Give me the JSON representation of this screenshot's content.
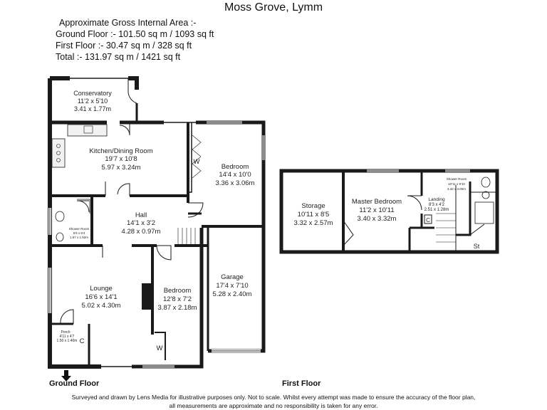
{
  "title": "Moss Grove, Lymm",
  "areas": {
    "heading": "Approximate Gross Internal Area :-",
    "ground": "Ground Floor :- 101.50 sq m / 1093 sq ft",
    "first": "First Floor :- 30.47 sq m / 328 sq ft",
    "total": "Total :- 131.97 sq m / 1421 sq ft"
  },
  "floors": {
    "ground": "Ground Floor",
    "first": "First Floor"
  },
  "rooms": {
    "conservatory": [
      "Conservatory",
      "11'2 x 5'10",
      "3.41 x 1.77m"
    ],
    "kitchen": [
      "Kitchen/Dining Room",
      "19'7 x 10'8",
      "5.97 x 3.24m"
    ],
    "bedroom1": [
      "Bedroom",
      "14'4 x 10'0",
      "3.36 x 3.06m"
    ],
    "hall": [
      "Hall",
      "14'1 x 3'2",
      "4.28 x 0.97m"
    ],
    "shower_gf": [
      "Shower Room",
      "5'6 x 6'4",
      "1.57 x 1.92m"
    ],
    "lounge": [
      "Lounge",
      "16'6 x 14'1",
      "5.02 x 4.30m"
    ],
    "bedroom2": [
      "Bedroom",
      "12'8 x 7'2",
      "3.87 x 2.18m"
    ],
    "garage": [
      "Garage",
      "17'4 x 7'10",
      "5.28 x 2.40m"
    ],
    "porch": [
      "Porch",
      "4'11 x 4'7",
      "1.50 x 1.40m"
    ],
    "storage": [
      "Storage",
      "10'11 x 8'5",
      "3.32 x 2.57m"
    ],
    "master": [
      "Master Bedroom",
      "11'2 x 10'11",
      "3.40 x 3.32m"
    ],
    "landing": [
      "Landing",
      "8'3 x 4'2",
      "2.51 x 1.28m"
    ],
    "shower_ff": [
      "Shower Room",
      "10'11 x 9'10",
      "3.32 x 3.00m"
    ]
  },
  "marks": {
    "w": "W",
    "c": "C",
    "st": "St"
  },
  "footer": [
    "Surveyed and drawn by Lens Media for illustrative purposes only. Not to scale. Whilst every attempt was made to ensure the accuracy of the floor plan,",
    "all measurements are approximate and no responsibility is taken for any error."
  ]
}
